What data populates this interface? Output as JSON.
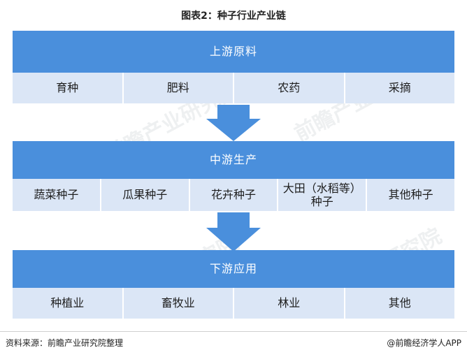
{
  "title": "图表2：种子行业产业链",
  "upstream": {
    "label": "上游原料",
    "items": [
      "育种",
      "肥料",
      "农药",
      "采摘"
    ]
  },
  "midstream": {
    "label": "中游生产",
    "items": [
      "蔬菜种子",
      "瓜果种子",
      "花卉种子",
      "大田（水稻等）\n种子",
      "其他种子"
    ]
  },
  "downstream": {
    "label": "下游应用",
    "items": [
      "种植业",
      "畜牧业",
      "林业",
      "其他"
    ]
  },
  "footer": {
    "source": "资料来源：前瞻产业研究院整理",
    "brand": "@前瞻经济学人APP"
  },
  "watermark": "前瞻产业研究院",
  "colors": {
    "band": "#4a8fdc",
    "row": "#dbe6f6",
    "arrow": "#4a8fdc"
  }
}
